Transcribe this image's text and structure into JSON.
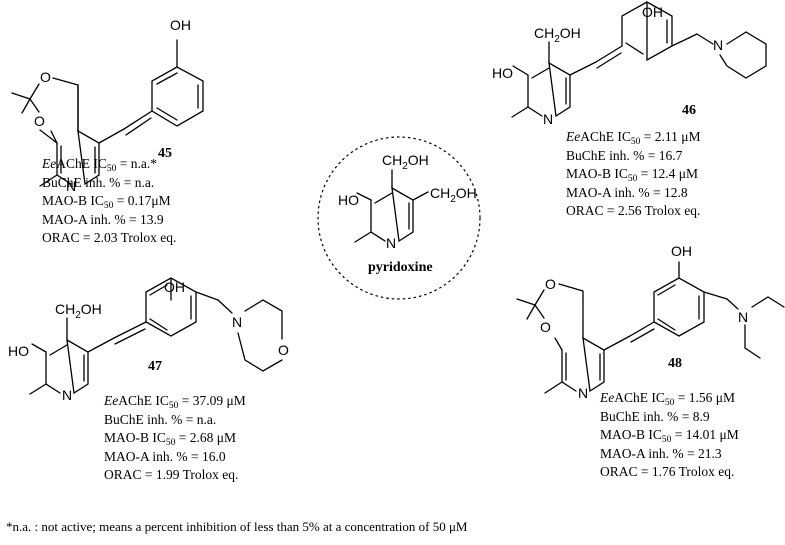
{
  "center": {
    "name": "pyridoxine",
    "atoms": {
      "oh": "HO",
      "ch2oh_top": "CH",
      "ch2oh_right": "CH",
      "n": "N"
    }
  },
  "compounds": [
    {
      "id": "45",
      "atoms": {
        "oh": "OH",
        "n": "N",
        "o1": "O",
        "o2": "O"
      },
      "rows": [
        {
          "name": "EeAChE IC50",
          "label": "AChE IC",
          "value": "n.a.*"
        },
        {
          "name": "BuChE inh",
          "label": "BuChE inh. % = ",
          "value": "n.a."
        },
        {
          "name": "MAO-B IC50",
          "label": "MAO-B IC",
          "value": "0.17μM"
        },
        {
          "name": "MAO-A inh",
          "label": "MAO-A inh. % = ",
          "value": "13.9"
        },
        {
          "name": "ORAC",
          "label": "ORAC = ",
          "value": "2.03 Trolox eq."
        }
      ]
    },
    {
      "id": "46",
      "atoms": {
        "oh": "OH",
        "ho": "HO",
        "ch2oh": "CH",
        "n": "N",
        "npip": "N"
      },
      "rows": [
        {
          "name": "EeAChE IC50",
          "label": "AChE IC",
          "value": "2.11 μM"
        },
        {
          "name": "BuChE inh",
          "label": "BuChE inh. % = ",
          "value": "16.7"
        },
        {
          "name": "MAO-B IC50",
          "label": "MAO-B IC",
          "value": "12.4 μM"
        },
        {
          "name": "MAO-A inh",
          "label": "MAO-A inh. % = ",
          "value": "12.8"
        },
        {
          "name": "ORAC",
          "label": "ORAC = ",
          "value": "2.56 Trolox eq."
        }
      ]
    },
    {
      "id": "47",
      "atoms": {
        "oh": "OH",
        "ho": "HO",
        "ch2oh": "CH",
        "n": "N",
        "nmor": "N",
        "omor": "O"
      },
      "rows": [
        {
          "name": "EeAChE IC50",
          "label": "AChE IC",
          "value": "37.09 μM"
        },
        {
          "name": "BuChE inh",
          "label": "BuChE inh. % = ",
          "value": "n.a."
        },
        {
          "name": "MAO-B IC50",
          "label": "MAO-B IC",
          "value": "2.68 μM"
        },
        {
          "name": "MAO-A inh",
          "label": "MAO-A inh. % = ",
          "value": "16.0"
        },
        {
          "name": "ORAC",
          "label": "ORAC = ",
          "value": "1.99 Trolox eq."
        }
      ]
    },
    {
      "id": "48",
      "atoms": {
        "oh": "OH",
        "n": "N",
        "namine": "N",
        "o1": "O",
        "o2": "O"
      },
      "rows": [
        {
          "name": "EeAChE IC50",
          "label": "AChE IC",
          "value": "1.56 μM"
        },
        {
          "name": "BuChE inh",
          "label": "BuChE inh. % = ",
          "value": "8.9"
        },
        {
          "name": "MAO-B IC50",
          "label": "MAO-B IC",
          "value": "14.01 μM"
        },
        {
          "name": "MAO-A inh",
          "label": "MAO-A inh. % = ",
          "value": "21.3"
        },
        {
          "name": "ORAC",
          "label": "ORAC = ",
          "value": "1.76 Trolox eq."
        }
      ]
    }
  ],
  "labels": {
    "ee": "Ee",
    "ic_sub": "50",
    "ch2_sub": "2",
    "oh_tail": "OH",
    "eq": " = "
  },
  "footnote": "*n.a. : not active; means a percent inhibition of less than 5% at a concentration of 50 μM"
}
